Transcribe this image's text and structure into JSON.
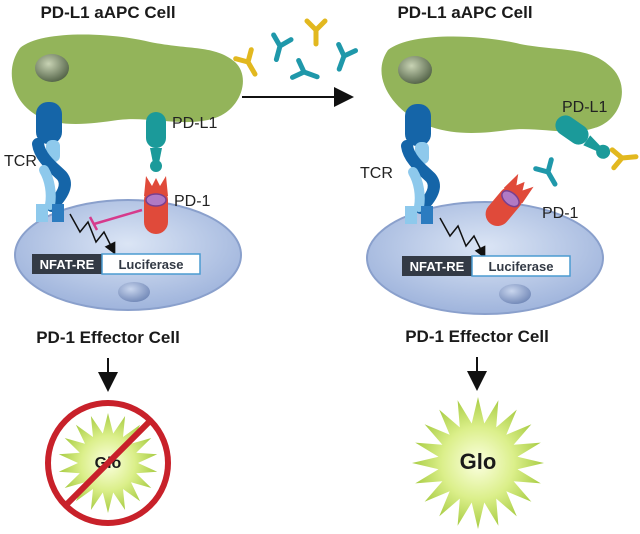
{
  "left_panel": {
    "top_title": "PD-L1 aAPC Cell",
    "bottom_title": "PD-1 Effector Cell",
    "tcr_label": "TCR",
    "pdl1_label": "PD-L1",
    "pd1_label": "PD-1",
    "nfat_label": "NFAT-RE",
    "luciferase_label": "Luciferase",
    "glo_label": "Glo"
  },
  "right_panel": {
    "top_title": "PD-L1 aAPC Cell",
    "bottom_title": "PD-1 Effector Cell",
    "tcr_label": "TCR",
    "pdl1_label": "PD-L1",
    "pd1_label": "PD-1",
    "nfat_label": "NFAT-RE",
    "luciferase_label": "Luciferase",
    "glo_label": "Glo"
  },
  "colors": {
    "apc_green": "#93b45a",
    "effector_blue": "#a9bde0",
    "tcr_dark": "#1565a8",
    "tcr_light": "#8ec9ec",
    "pdl1_teal": "#1b9a9a",
    "pd1_red": "#e04a3a",
    "inhibit_magenta": "#d63a8c",
    "antibody_yellow": "#e2b81f",
    "antibody_teal": "#1f98aa",
    "no_sign_red": "#c8212a",
    "glo_green": "#b6d45a"
  }
}
